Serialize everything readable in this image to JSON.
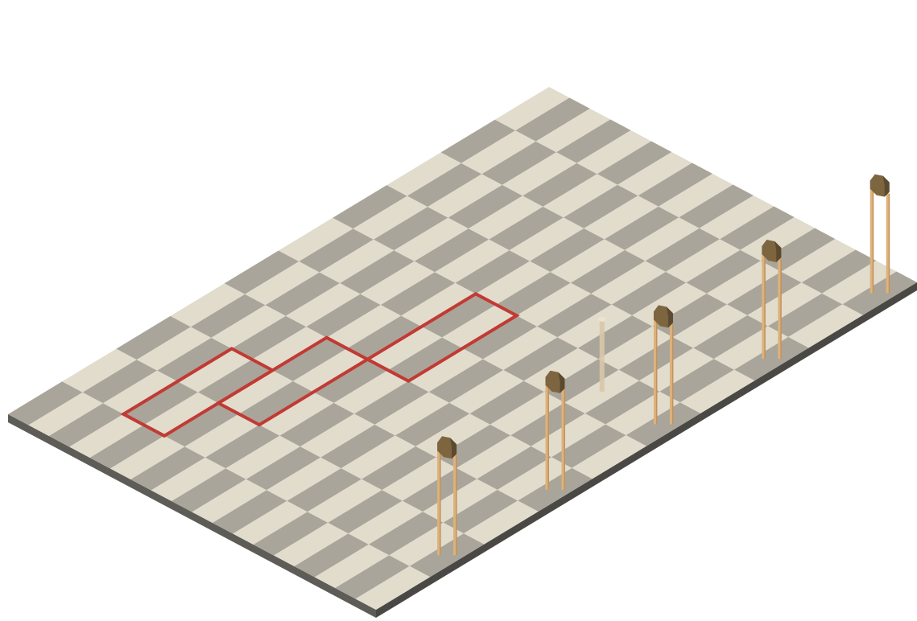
{
  "board": {
    "columns": 18,
    "rows": 10,
    "colors": {
      "light_tile": "#e2dccd",
      "dark_tile": "#aaa59a",
      "board_side": "#5e5c57",
      "board_side_shadow": "#4a4844",
      "highlight": "#c13a34",
      "goal_post": "#deb27a",
      "goal_post_shade": "#c0935d",
      "goal_sign": "#7d6540",
      "goal_sign_shade": "#5b4a2f",
      "peg": "#d9c6a8"
    }
  },
  "highlighted_squares": [
    {
      "col": 3,
      "row": 1
    },
    {
      "col": 5,
      "row": 2
    },
    {
      "col": 7,
      "row": 4
    }
  ],
  "goal_posts": [
    {
      "col": 17,
      "row": 1
    },
    {
      "col": 17,
      "row": 3
    },
    {
      "col": 17,
      "row": 5
    },
    {
      "col": 17,
      "row": 7
    },
    {
      "col": 17,
      "row": 9
    }
  ],
  "pegs": [
    {
      "col": 14,
      "row": 5
    }
  ]
}
